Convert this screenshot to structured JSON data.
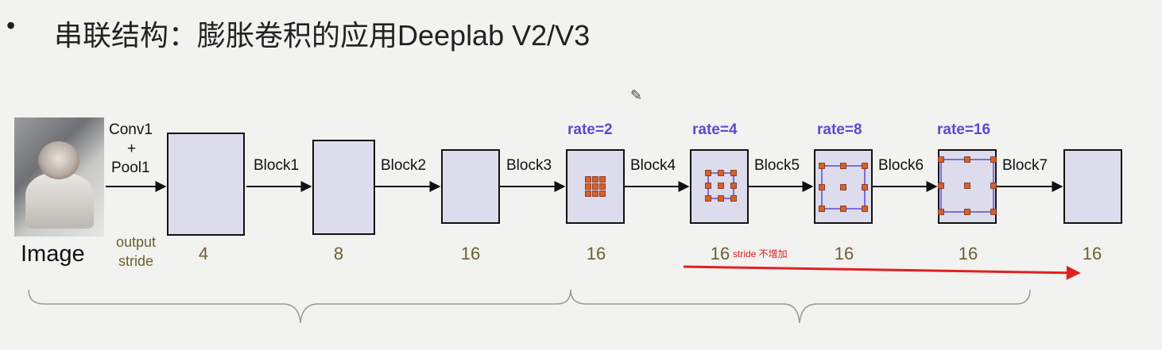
{
  "slide": {
    "bullet": "•",
    "title": "串联结构：膨胀卷积的应用Deeplab V2/V3"
  },
  "diagram": {
    "image_label": "Image",
    "first_op": [
      "Conv1",
      "+",
      "Pool1"
    ],
    "output_stride_label": [
      "output",
      "stride"
    ],
    "block_labels": [
      "Block1",
      "Block2",
      "Block3",
      "Block4",
      "Block5",
      "Block6",
      "Block7"
    ],
    "strides": [
      "4",
      "8",
      "16",
      "16",
      "16",
      "16",
      "16",
      "16"
    ],
    "rates": [
      "rate=2",
      "rate=4",
      "rate=8",
      "rate=16"
    ],
    "annotation": "stride 不增加"
  },
  "colors": {
    "box_fill": "#dcdcec",
    "kernel_dot": "#d9602a",
    "rate_text": "#5b4bd0",
    "stride_text": "#6e6030",
    "annotation": "#d81e1e"
  },
  "icons": [
    "pencil-icon"
  ]
}
